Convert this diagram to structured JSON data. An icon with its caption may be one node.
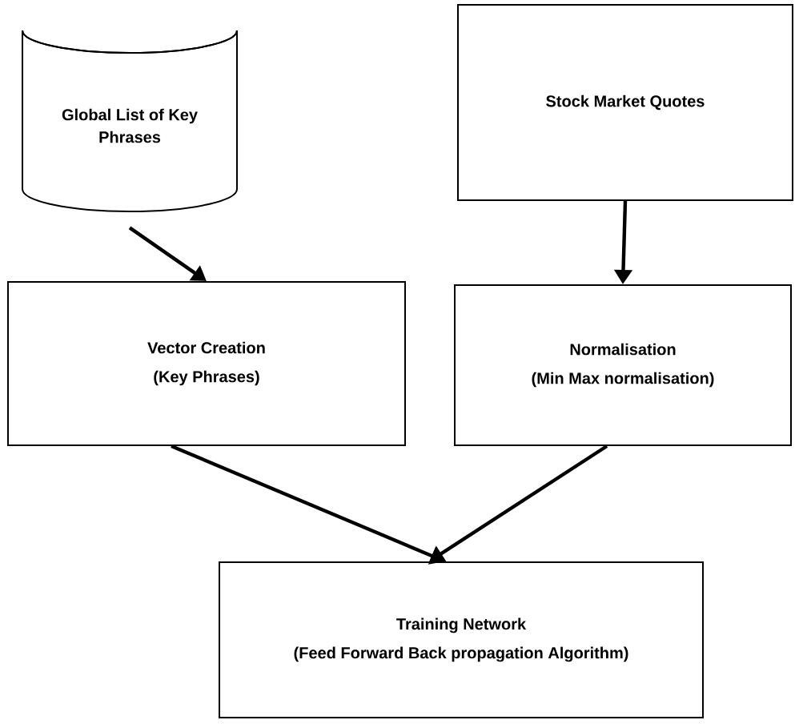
{
  "diagram": {
    "nodes": [
      {
        "text": [
          "Global List of Key Phrases"
        ]
      },
      {
        "text": [
          "Stock Market Quotes"
        ]
      },
      {
        "text": [
          "Vector Creation",
          "(Key Phrases)"
        ]
      },
      {
        "text": [
          "Normalisation",
          "(Min Max normalisation)"
        ]
      },
      {
        "text": [
          "Training Network",
          "(Feed Forward Back propagation Algorithm)"
        ]
      }
    ],
    "edges": [
      {
        "from": 0,
        "to": 2,
        "arrow": "to"
      },
      {
        "from": 1,
        "to": 3,
        "arrow": "to"
      },
      {
        "from": 2,
        "to": 4,
        "arrow": "to"
      },
      {
        "from": 3,
        "to": 4,
        "arrow": "to"
      }
    ]
  }
}
